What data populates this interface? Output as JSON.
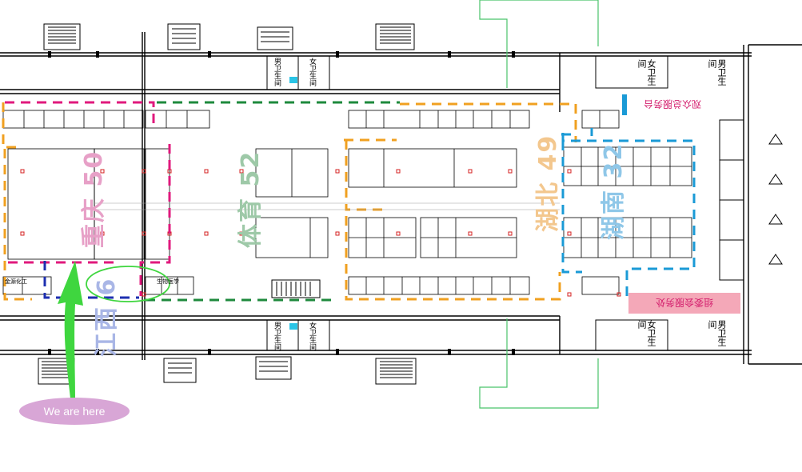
{
  "zones": {
    "chongqing": {
      "name": "重庆",
      "number": "50",
      "color": "#e7a0c7"
    },
    "tiyu": {
      "name": "体育",
      "number": "52",
      "color": "#9ec9a8"
    },
    "hubei": {
      "name": "湖北",
      "number": "49",
      "color": "#f3c78e"
    },
    "hunan": {
      "name": "湖南",
      "number": "32",
      "color": "#8fc7e8"
    },
    "jiangxi": {
      "name": "江西",
      "number": "6",
      "color": "#a9b6e6"
    }
  },
  "services": {
    "audience_service": "观众总服务台",
    "organizer_service": "组委会服务处"
  },
  "toilets": {
    "women": "女卫生间",
    "men": "男卫生间"
  },
  "marker": {
    "label": "We are here"
  },
  "booth_labels": {
    "shengwu": "生物医学",
    "jingyuan": "金源化工"
  },
  "colors": {
    "pink_border": "#e0197d",
    "green_border": "#1e8a3c",
    "orange_border": "#f0a020",
    "blue_border": "#1a9ad6",
    "navy_border": "#1d2fb0",
    "gate_green": "#49c36a",
    "arrow_green": "#3fd63f",
    "service_bg": "#f4a8b8"
  }
}
